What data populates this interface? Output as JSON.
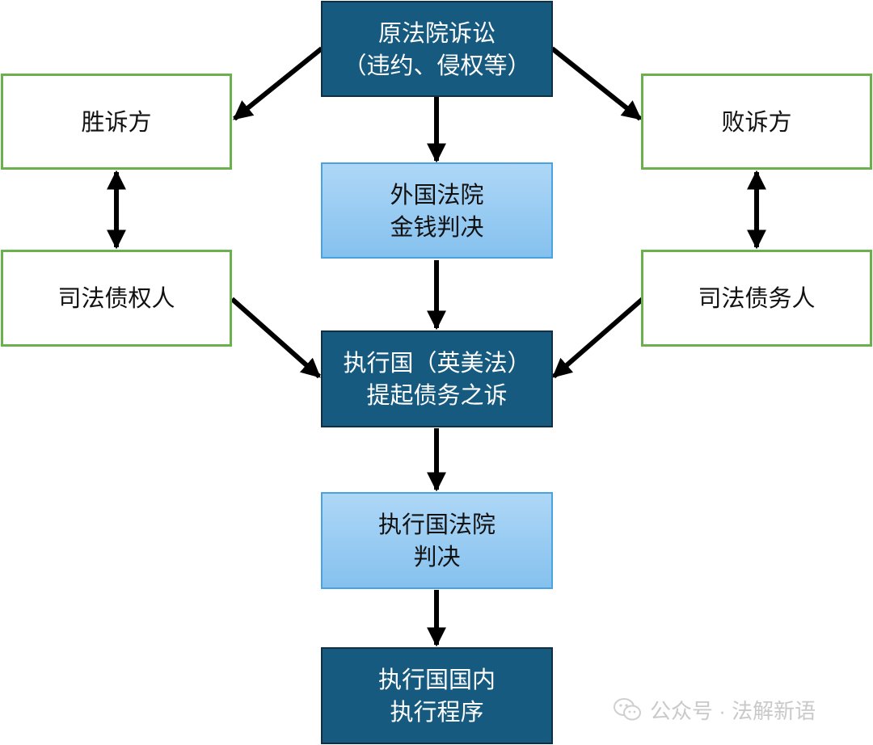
{
  "nodes": {
    "origin_court": {
      "line1": "原法院诉讼",
      "line2": "（违约、侵权等）"
    },
    "winning_party": {
      "line1": "胜诉方"
    },
    "losing_party": {
      "line1": "败诉方"
    },
    "foreign_judgment": {
      "line1": "外国法院",
      "line2": "金钱判决"
    },
    "judicial_creditor": {
      "line1": "司法债权人"
    },
    "judicial_debtor": {
      "line1": "司法债务人"
    },
    "debt_action": {
      "line1": "执行国（英美法）",
      "line2": "提起债务之诉"
    },
    "enforcing_judgment": {
      "line1": "执行国法院",
      "line2": "判决"
    },
    "domestic_execution": {
      "line1": "执行国国内",
      "line2": "执行程序"
    }
  },
  "watermark": {
    "text": "公众号 · 法解新语",
    "icon": "wechat-icon"
  },
  "colors": {
    "dark_box": "#175a7f",
    "light_box_top": "#aed7f7",
    "light_box_bottom": "#85c1ee",
    "green_border": "#6ab04c",
    "arrow": "#000000"
  }
}
